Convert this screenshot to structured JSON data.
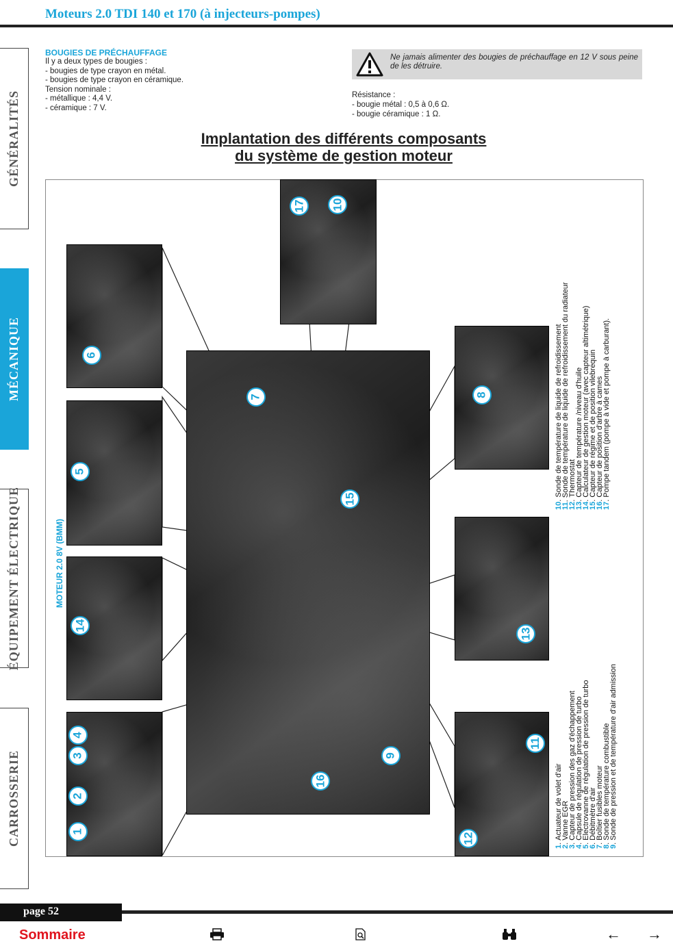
{
  "header": {
    "title": "Moteurs 2.0 TDI 140 et 170 (à injecteurs-pompes)"
  },
  "sidebar": {
    "tabs": [
      {
        "label": "GÉNÉRALITÉS",
        "active": false
      },
      {
        "label": "MÉCANIQUE",
        "active": true
      },
      {
        "label": "ÉQUIPEMENT ÉLECTRIQUE",
        "active": false
      },
      {
        "label": "CARROSSERIE",
        "active": false
      }
    ]
  },
  "section": {
    "heading": "BOUGIES DE PRÉCHAUFFAGE",
    "left_lines": [
      "Il y a deux types de bougies :",
      "- bougies de type crayon en métal.",
      "- bougies de type crayon en céramique.",
      "Tension nominale :",
      "- métallique : 4,4 V.",
      "- céramique : 7 V."
    ],
    "warning": "Ne jamais alimenter des bougies de préchauffage en 12 V sous peine de les détruire.",
    "right_lines": [
      "Résistance :",
      "- bougie métal : 0,5 à 0,6 Ω.",
      "- bougie céramique : 1 Ω."
    ]
  },
  "figure": {
    "title_line1": "Implantation des différents composants",
    "title_line2": "du système de gestion moteur",
    "engine_label": "MOTEUR 2.0 8V (BMM)",
    "callouts": [
      "1",
      "2",
      "3",
      "4",
      "5",
      "6",
      "7",
      "8",
      "9",
      "10",
      "11",
      "12",
      "13",
      "14",
      "15",
      "16",
      "17"
    ],
    "legend": [
      {
        "num": "1",
        "text": "Actuateur de volet d'air"
      },
      {
        "num": "2",
        "text": "Vanne EGR"
      },
      {
        "num": "3",
        "text": "Capteur de pression des gaz d'échappement"
      },
      {
        "num": "4",
        "text": "Capsule de régulation de pression de turbo"
      },
      {
        "num": "5",
        "text": "Electrovanne de régulation de pression de turbo"
      },
      {
        "num": "6",
        "text": "Débitmètre d'air"
      },
      {
        "num": "7",
        "text": "Boîtier fusibles moteur"
      },
      {
        "num": "8",
        "text": "Sonde de température combustible"
      },
      {
        "num": "9",
        "text": "Sonde de pression et de température d'air admission"
      },
      {
        "num": "10",
        "text": "Sonde de température de liquide de refroidissement"
      },
      {
        "num": "11",
        "text": "Sonde de température de liquide de refroidissement du radiateur"
      },
      {
        "num": "12",
        "text": "Thermostat"
      },
      {
        "num": "13",
        "text": "Capteur de température /niveau d'huile"
      },
      {
        "num": "14",
        "text": "Calculateur de gestion moteur (avec capteur altimétrique)"
      },
      {
        "num": "15",
        "text": "Capteur de régime et de position vilebrequin"
      },
      {
        "num": "16",
        "text": "Capteur de position d'arbre à cames"
      },
      {
        "num": "17",
        "text": "Pompe tandem (pompe à vide et pompe à carburant)."
      }
    ]
  },
  "footer": {
    "page_label": "page 52",
    "sommaire": "Sommaire",
    "icons": [
      "print-icon",
      "page-search-icon",
      "binoculars-icon",
      "arrow-left-icon",
      "arrow-right-icon"
    ],
    "arrow_left": "←",
    "arrow_right": "→"
  },
  "colors": {
    "accent": "#1aa5d9",
    "link": "#e0141e",
    "warning_bg": "#d8d8d8"
  }
}
